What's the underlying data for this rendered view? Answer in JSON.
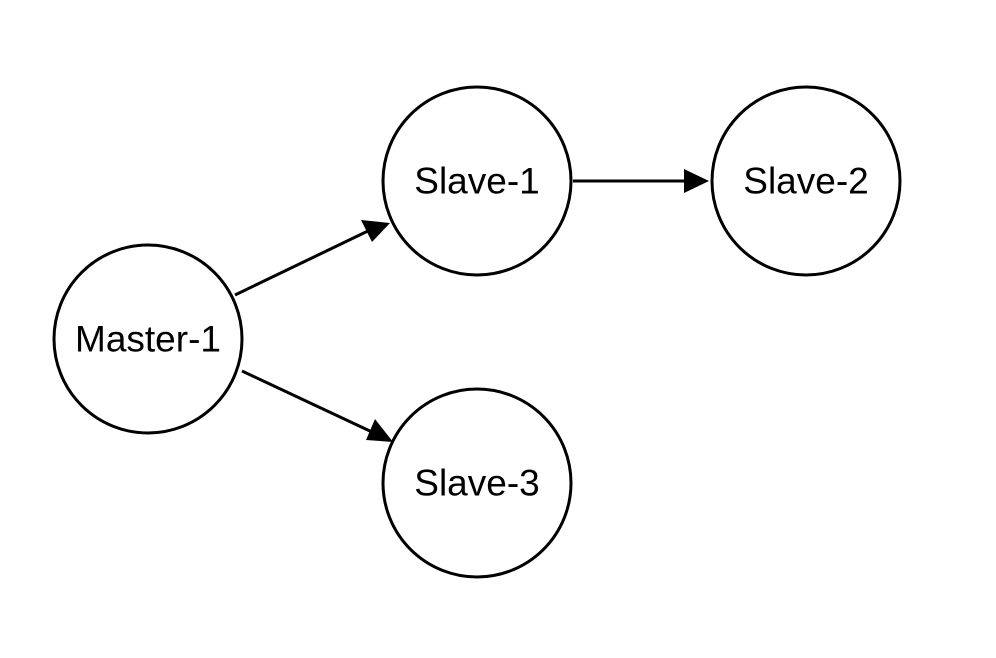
{
  "diagram": {
    "nodes": [
      {
        "id": "master-1",
        "label": "Master-1"
      },
      {
        "id": "slave-1",
        "label": "Slave-1"
      },
      {
        "id": "slave-2",
        "label": "Slave-2"
      },
      {
        "id": "slave-3",
        "label": "Slave-3"
      }
    ],
    "edges": [
      {
        "from": "master-1",
        "to": "slave-1"
      },
      {
        "from": "slave-1",
        "to": "slave-2"
      },
      {
        "from": "master-1",
        "to": "slave-3"
      }
    ],
    "colors": {
      "background": "#ffffff",
      "stroke": "#000000",
      "text": "#000000"
    }
  }
}
